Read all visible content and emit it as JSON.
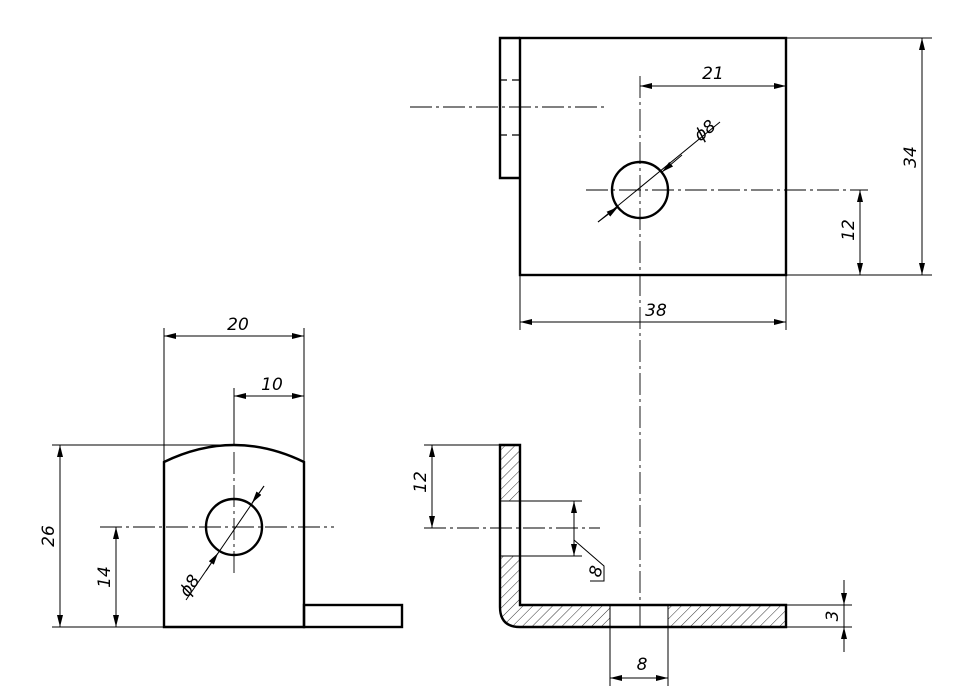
{
  "dimensions": {
    "width_38": "38",
    "height_34": "34",
    "hole_offset_21": "21",
    "hole_height_12": "12",
    "hole_dia_top": "ϕ8",
    "width_20": "20",
    "half_width_10": "10",
    "height_26": "26",
    "hole_height_14": "14",
    "hole_dia_side": "ϕ8",
    "flange_12": "12",
    "slot_8_vertical": "8",
    "slot_8_horizontal": "8",
    "thickness_3": "3"
  }
}
